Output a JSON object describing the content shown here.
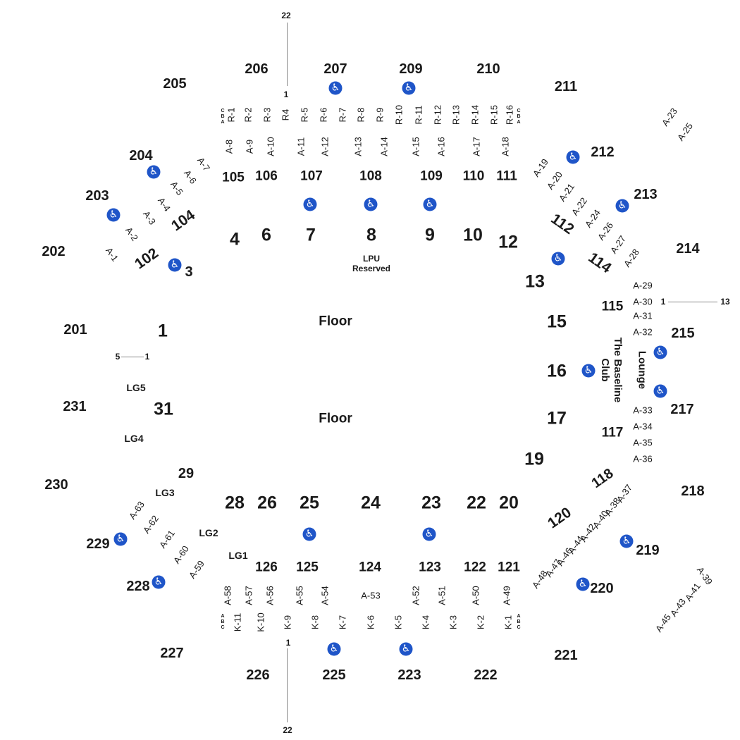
{
  "colors": {
    "accessible_icon_bg": "#1f55c8",
    "accessible_icon_fg": "#ffffff",
    "text": "#1a1a1a",
    "guide_line": "#888888"
  },
  "icons": {
    "accessible": "wheelchair-icon"
  },
  "upper_sections": [
    "201",
    "202",
    "203",
    "204",
    "205",
    "206",
    "207",
    "209",
    "210",
    "211",
    "212",
    "213",
    "214",
    "215",
    "217",
    "218",
    "219",
    "220",
    "221",
    "222",
    "223",
    "225",
    "226",
    "227",
    "228",
    "229",
    "230",
    "231"
  ],
  "lower_sections": [
    "102",
    "104",
    "105",
    "106",
    "107",
    "108",
    "109",
    "110",
    "111",
    "112",
    "114",
    "115",
    "117",
    "118",
    "120",
    "121",
    "122",
    "123",
    "124",
    "125",
    "126"
  ],
  "court_sections": [
    "1",
    "3",
    "4",
    "6",
    "7",
    "8",
    "9",
    "10",
    "12",
    "13",
    "15",
    "16",
    "17",
    "19",
    "20",
    "22",
    "23",
    "24",
    "25",
    "26",
    "28",
    "29",
    "31"
  ],
  "floor_labels": [
    "Floor",
    "Floor"
  ],
  "reserved": {
    "line1": "LPU",
    "line2": "Reserved"
  },
  "venue_areas": {
    "baseline_club_1": "The Baseline",
    "baseline_club_2": "Club",
    "lounge": "Lounge"
  },
  "loge": [
    "LG1",
    "LG2",
    "LG3",
    "LG4",
    "LG5"
  ],
  "top_boxes": [
    "A-8",
    "A-9",
    "A-10",
    "A-11",
    "A-12",
    "A-13",
    "A-14",
    "A-15",
    "A-16",
    "A-17",
    "A-18"
  ],
  "r_boxes": [
    "R-1",
    "R-2",
    "R-3",
    "R4",
    "R-5",
    "R-6",
    "R-7",
    "R-8",
    "R-9",
    "R-10",
    "R-11",
    "R-12",
    "R-13",
    "R-14",
    "R-15",
    "R-16"
  ],
  "bottom_boxes": [
    "A-58",
    "A-57",
    "A-56",
    "A-55",
    "A-54",
    "A-53",
    "A-52",
    "A-51",
    "A-50",
    "A-49"
  ],
  "k_boxes": [
    "K-11",
    "K-10",
    "K-9",
    "K-8",
    "K-7",
    "K-6",
    "K-5",
    "K-4",
    "K-3",
    "K-2",
    "K-1"
  ],
  "left_boxes": [
    "A-1",
    "A-2",
    "A-3",
    "A-4",
    "A-5",
    "A-6",
    "A-7"
  ],
  "upper_left_bottom_boxes": [
    "A-59",
    "A-60",
    "A-61",
    "A-62",
    "A-63"
  ],
  "right_boxes": [
    "A-19",
    "A-20",
    "A-21",
    "A-22",
    "A-24",
    "A-26",
    "A-27",
    "A-28",
    "A-29",
    "A-30",
    "A-31",
    "A-32",
    "A-33",
    "A-34",
    "A-35",
    "A-36",
    "A-37",
    "A-38",
    "A-40",
    "A-42",
    "A-44",
    "A-46",
    "A-47",
    "A-48"
  ],
  "far_boxes": [
    "A-23",
    "A-25",
    "A-39",
    "A-41",
    "A-43",
    "A-45"
  ],
  "row_letters": [
    "C",
    "B",
    "A"
  ],
  "row_numbers": {
    "top_start": "22",
    "top_end": "1",
    "bottom_start": "1",
    "bottom_end": "22",
    "left_start": "5",
    "left_end": "1",
    "right_start": "1",
    "right_end": "13"
  }
}
